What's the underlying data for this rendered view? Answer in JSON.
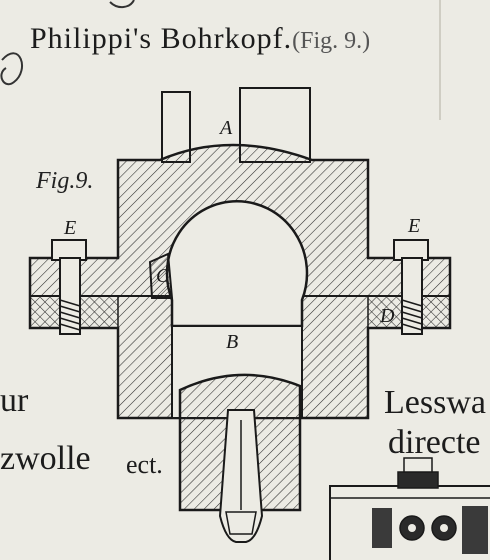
{
  "title": {
    "main": "Philippi's Bohrkopf.",
    "fig_ref": "(Fig. 9.)"
  },
  "figure_label": "Fig.9.",
  "part_labels": {
    "A": "A",
    "B": "B",
    "C": "C",
    "D": "D",
    "E_left": "E",
    "E_right": "E"
  },
  "left_text": {
    "line1": "ur",
    "line2": "zwolle",
    "line3": "ect."
  },
  "right_text": {
    "line1": "Lesswa",
    "line2": "directe"
  }
}
